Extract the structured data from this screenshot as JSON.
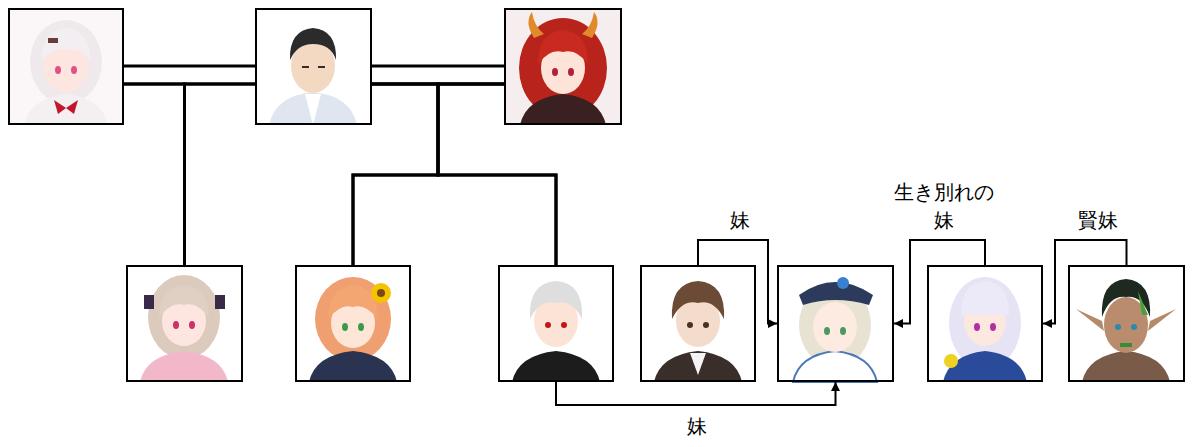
{
  "diagram": {
    "nodes": [
      {
        "text": []
      },
      {
        "text": []
      },
      {
        "text": []
      },
      {
        "text": []
      },
      {
        "text": []
      },
      {
        "text": []
      },
      {
        "text": []
      },
      {
        "text": []
      },
      {
        "text": []
      },
      {
        "text": []
      }
    ],
    "edges": [
      {
        "from": 0,
        "to": 1,
        "arrow": "none"
      },
      {
        "from": 1,
        "to": 2,
        "arrow": "none"
      },
      {
        "from": 0,
        "to": 3,
        "arrow": "none"
      },
      {
        "from": 1,
        "to": 3,
        "arrow": "none"
      },
      {
        "from": 1,
        "to": 4,
        "arrow": "none"
      },
      {
        "from": 2,
        "to": 4,
        "arrow": "none"
      },
      {
        "from": 1,
        "to": 5,
        "arrow": "none"
      },
      {
        "from": 2,
        "to": 5,
        "arrow": "none"
      },
      {
        "from": 6,
        "to": 7,
        "arrow": "to",
        "label": "妹"
      },
      {
        "from": 8,
        "to": 7,
        "arrow": "to",
        "label": "生き別れの 妹"
      },
      {
        "from": 9,
        "to": 8,
        "arrow": "to",
        "label": "賢妹"
      },
      {
        "from": 5,
        "to": 7,
        "arrow": "to",
        "label": "妹"
      }
    ]
  }
}
